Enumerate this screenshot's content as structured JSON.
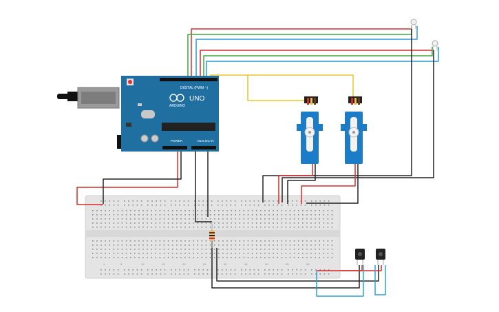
{
  "arduino": {
    "brand": "ARDUINO",
    "model": "UNO",
    "digital_header_label": "DIGITAL (PWM ~)",
    "power_label": "POWER",
    "analog_label": "ANALOG IN",
    "board_color": "#1f6fa0"
  },
  "breadboard": {
    "column_numbers": [
      "1",
      "5",
      "10",
      "15",
      "20",
      "25",
      "30",
      "35",
      "40",
      "45",
      "50"
    ],
    "color": "#e6e6e6"
  },
  "servos": [
    {
      "id": "servo-1",
      "color": "#1c7cc7"
    },
    {
      "id": "servo-2",
      "color": "#1c7cc7"
    }
  ],
  "wire_colors": {
    "red": "#d62a2a",
    "black": "#222222",
    "green": "#3aa93a",
    "blue": "#2a9ad6",
    "yellow": "#e6c52a",
    "light_blue": "#2aa0d6"
  },
  "icons": {
    "usb": "usb-connector-icon",
    "power_jack": "dc-power-jack-icon",
    "ldr": "photoresistor-icon",
    "resistor": "resistor-icon",
    "pushbutton": "pushbutton-icon"
  }
}
